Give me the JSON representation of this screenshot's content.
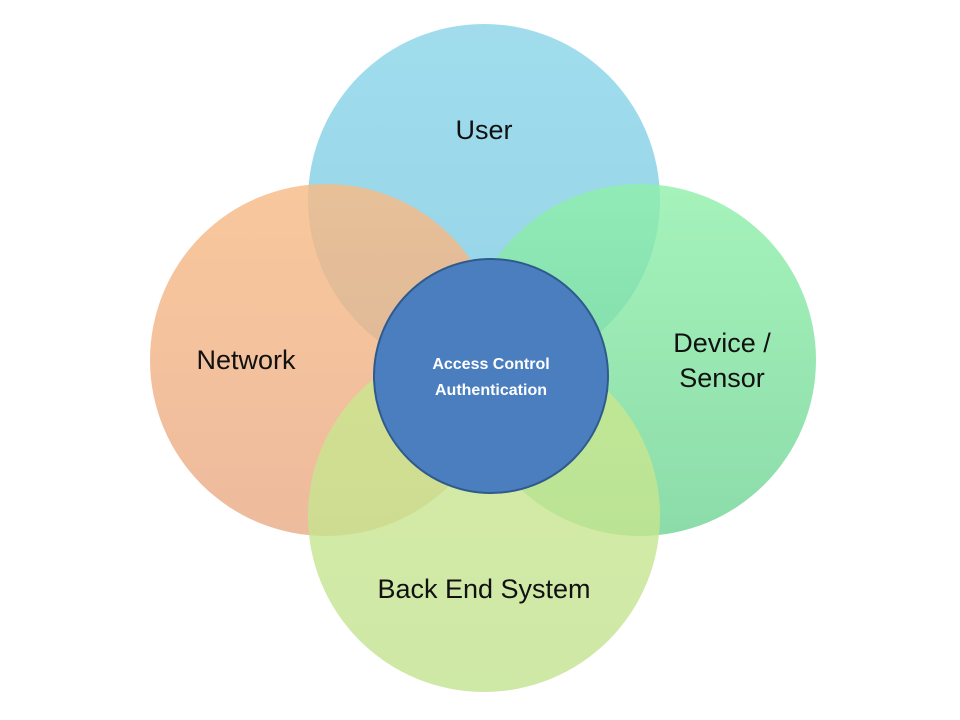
{
  "diagram": {
    "center": {
      "line1": "Access Control",
      "line2": "Authentication",
      "color": "#4a7ebf",
      "border": "#2f5b8c"
    },
    "circles": [
      {
        "key": "user",
        "line1": "User",
        "line2": "",
        "color": "#8fd4e8"
      },
      {
        "key": "device",
        "line1": "Device /",
        "line2": "Sensor",
        "color": "#7fe5a0"
      },
      {
        "key": "network",
        "line1": "Network",
        "line2": "",
        "color": "#f5b07c"
      },
      {
        "key": "backend",
        "line1": "Back End System",
        "line2": "",
        "color": "#c4e486"
      }
    ]
  }
}
